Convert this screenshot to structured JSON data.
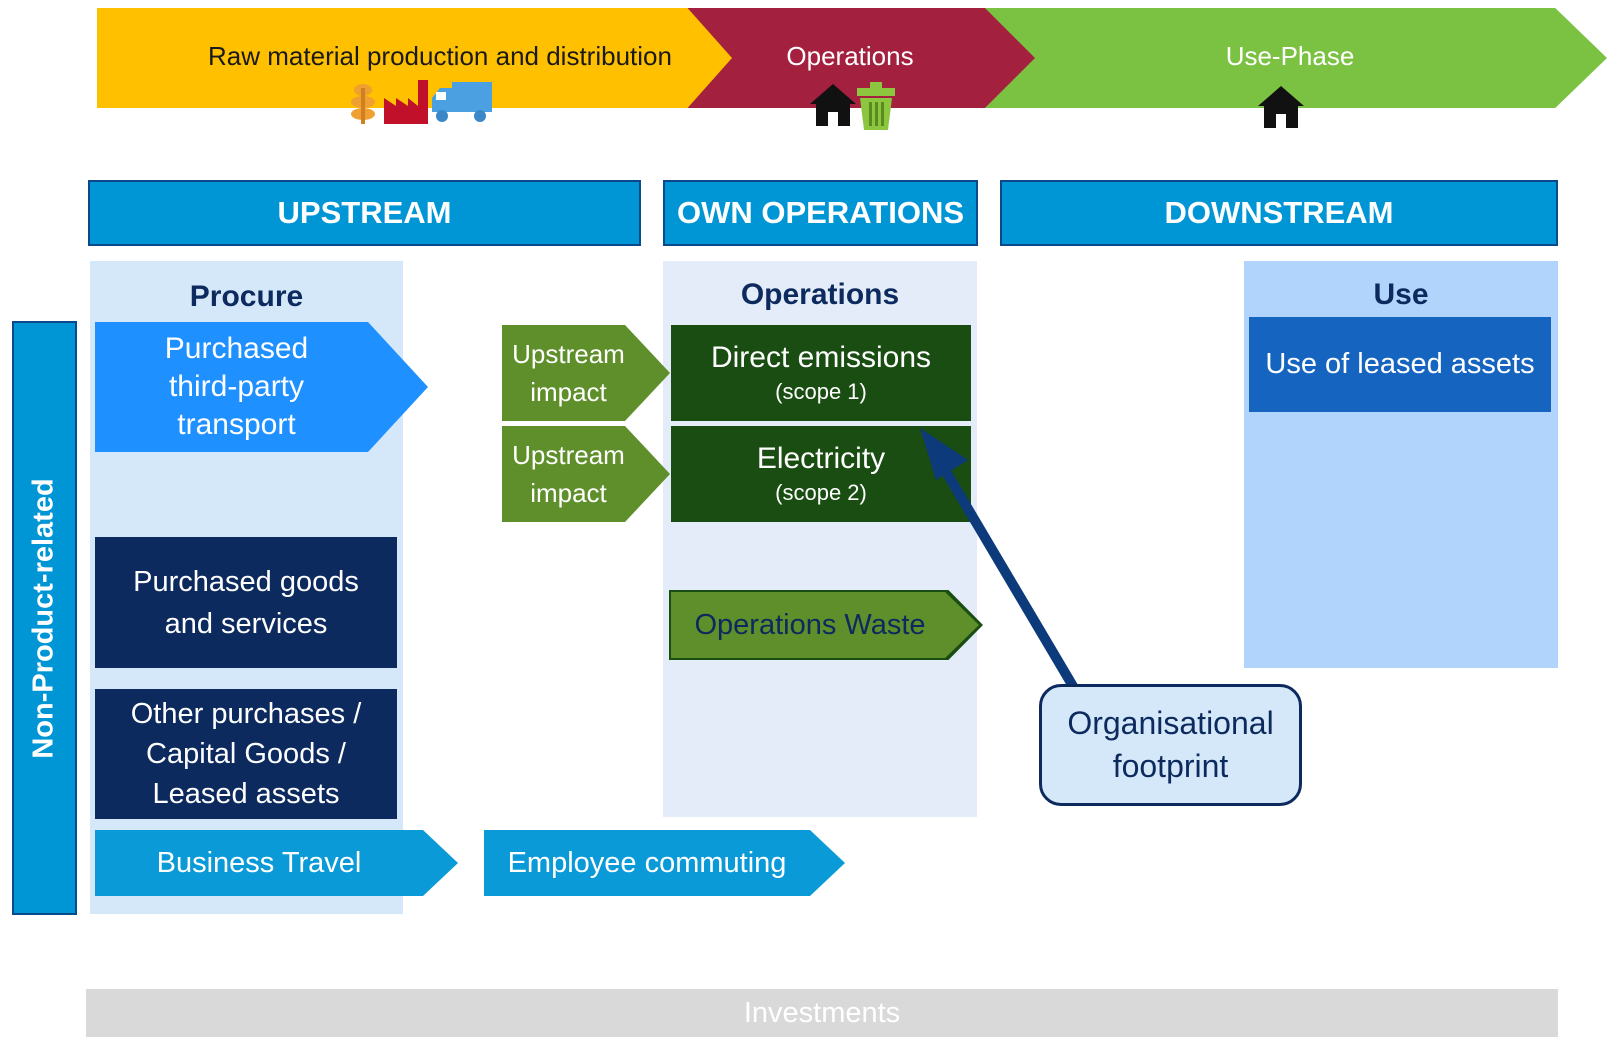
{
  "banner": {
    "raw_material": "Raw material production and distribution",
    "operations": "Operations",
    "use_phase": "Use-Phase"
  },
  "headers": {
    "upstream": "UPSTREAM",
    "own_operations": "OWN OPERATIONS",
    "downstream": "DOWNSTREAM"
  },
  "side_label": "Non-Product-related",
  "procure": {
    "title": "Procure",
    "transport": "Purchased third-party transport",
    "goods": "Purchased goods and services",
    "other_line1": "Other purchases /",
    "other_line2": "Capital Goods /",
    "other_line3": "Leased assets",
    "business_travel": "Business Travel"
  },
  "employee_commuting": "Employee commuting",
  "upstream_impact": {
    "line1": "Upstream",
    "line2": "impact"
  },
  "operations": {
    "title": "Operations",
    "direct_emissions": "Direct emissions",
    "scope1": "(scope 1)",
    "electricity": "Electricity",
    "scope2": "(scope 2)",
    "waste": "Operations Waste"
  },
  "use": {
    "title": "Use",
    "leased_assets": "Use of leased assets"
  },
  "organisational_footprint": {
    "line1": "Organisational",
    "line2": "footprint"
  },
  "investments": "Investments",
  "colors": {
    "raw_material": "#ffc000",
    "operations": "#a3203f",
    "use_phase": "#7cc242",
    "header": "#0096d6",
    "navy": "#0c2a5e",
    "dark_green": "#1a4d12",
    "olive": "#5f8f2a",
    "arrow": "#0c3a7a"
  }
}
